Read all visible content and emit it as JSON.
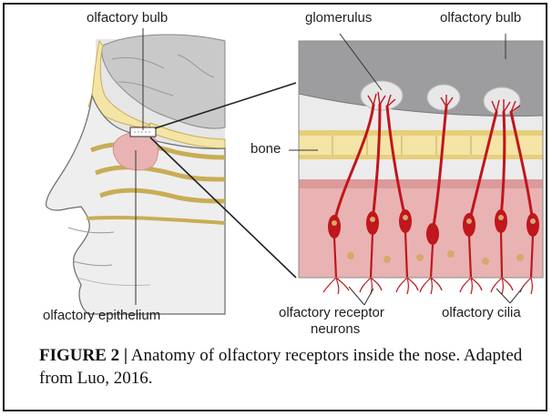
{
  "labels": {
    "olfactory_bulb_left": "olfactory bulb",
    "olfactory_epithelium": "olfactory epithelium",
    "glomerulus": "glomerulus",
    "olfactory_bulb_right": "olfactory bulb",
    "bone": "bone",
    "receptor_neurons_line1": "olfactory receptor",
    "receptor_neurons_line2": "neurons",
    "olfactory_cilia": "olfactory cilia"
  },
  "caption": {
    "figure_label": "FIGURE 2 |",
    "text": " Anatomy of olfactory receptors inside the nose. Adapted from Luo, 2016."
  },
  "colors": {
    "bulb_gray": "#9d9d9f",
    "bone_yellow": "#f4e4a6",
    "bone_dark": "#e6cf7a",
    "epithelium_pink": "#e9b3b3",
    "neuron_red": "#c0161d",
    "head_gray": "#dcdcdc"
  }
}
